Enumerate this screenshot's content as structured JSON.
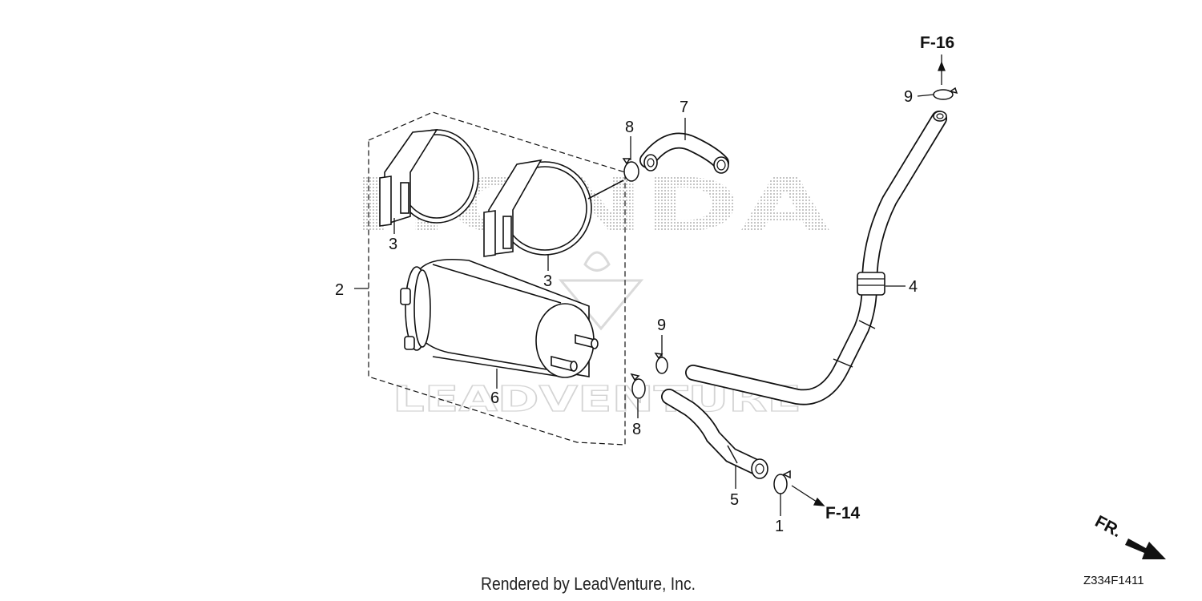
{
  "watermark": {
    "brand": "HONDA",
    "vendor": "LEADVENTURE"
  },
  "callouts": {
    "c1": "1",
    "c2": "2",
    "c3a": "3",
    "c3b": "3",
    "c4": "4",
    "c5": "5",
    "c6": "6",
    "c7": "7",
    "c8a": "8",
    "c8b": "8",
    "c9a": "9",
    "c9b": "9"
  },
  "references": {
    "top": "F-16",
    "bottom": "F-14",
    "front": "FR."
  },
  "footer": {
    "rendered_by": "Rendered by LeadVenture, Inc."
  },
  "drawing_code": "Z334F1411",
  "colors": {
    "line": "#111111",
    "watermark": "#cfcfcf",
    "background": "#ffffff"
  }
}
